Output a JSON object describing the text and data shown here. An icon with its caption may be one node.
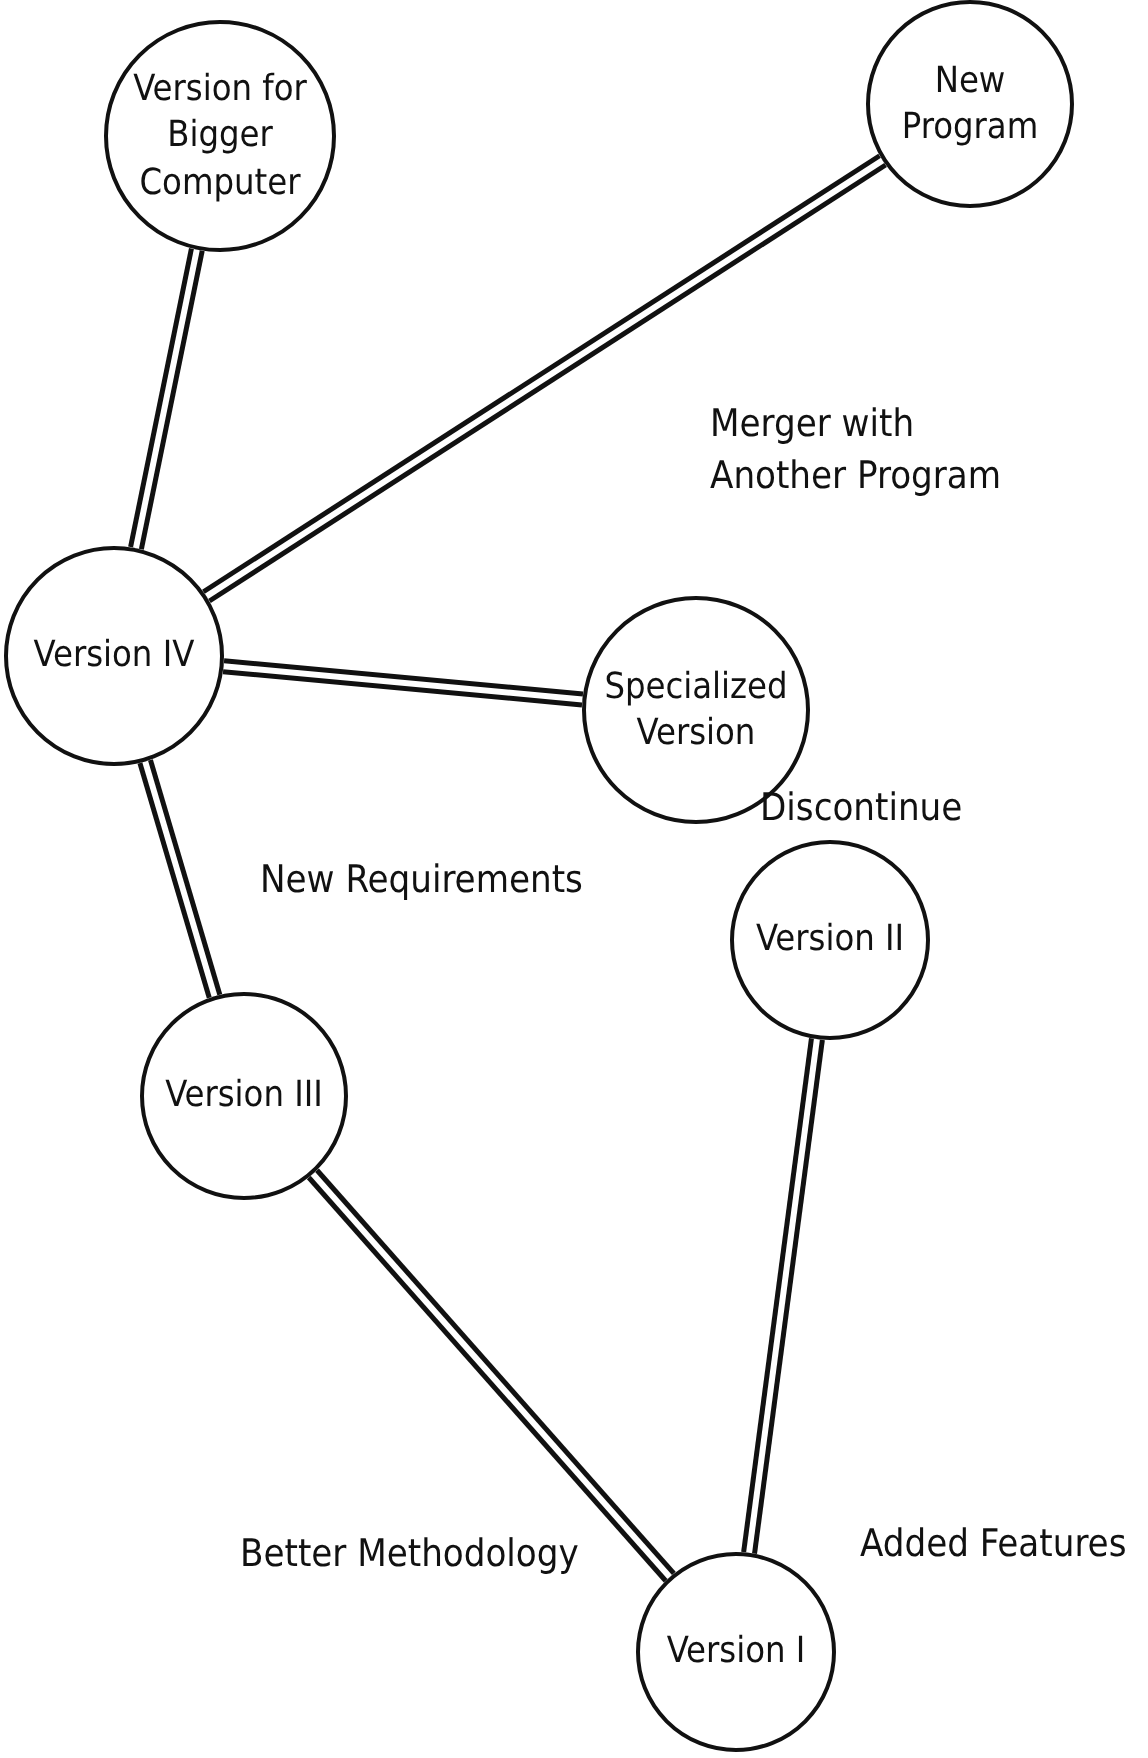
{
  "diagram": {
    "nodes": [
      {
        "text": [
          "Version for Bigger Computer"
        ]
      },
      {
        "text": [
          "New Program"
        ]
      },
      {
        "text": [
          "Version IV"
        ]
      },
      {
        "text": [
          "Specialized Version"
        ]
      },
      {
        "text": [
          "Version III"
        ]
      },
      {
        "text": [
          "Version II"
        ],
        "beside": [
          "Discontinue"
        ]
      },
      {
        "text": [
          "Version I"
        ]
      }
    ],
    "edges": [
      {
        "from": 0,
        "to": 2,
        "arrow": "none"
      },
      {
        "from": 1,
        "to": 2,
        "arrow": "none",
        "label": "Merger with Another Program"
      },
      {
        "from": 2,
        "to": 3,
        "arrow": "none"
      },
      {
        "from": 2,
        "to": 4,
        "arrow": "none",
        "label": "New Requirements"
      },
      {
        "from": 4,
        "to": 6,
        "arrow": "none",
        "label": "Better Methodology"
      },
      {
        "from": 5,
        "to": 6,
        "arrow": "none",
        "label": "Added Features"
      }
    ]
  }
}
